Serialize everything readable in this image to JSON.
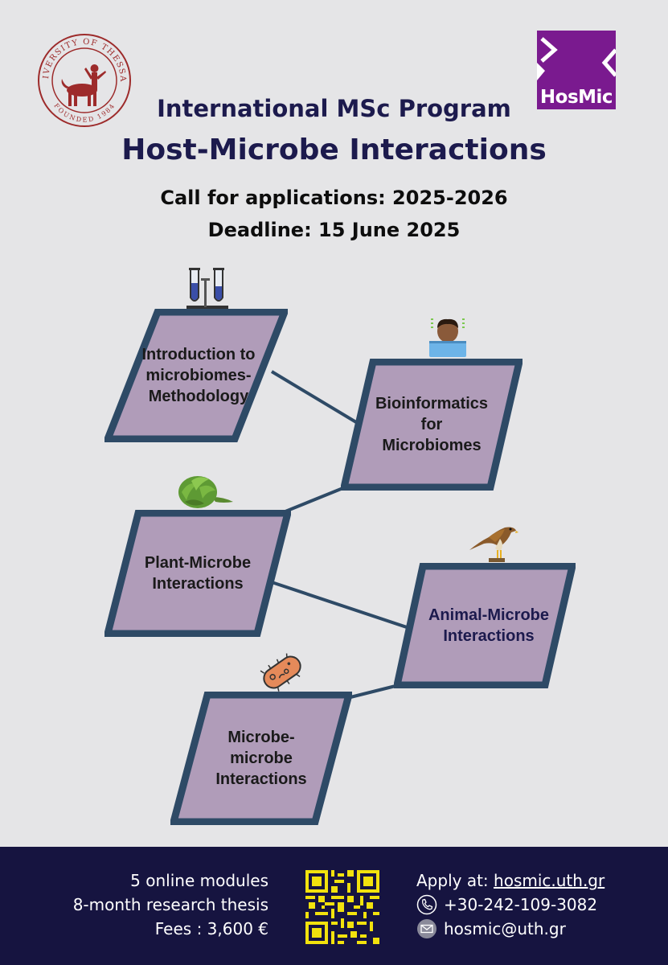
{
  "header": {
    "seal": {
      "ring_text_top": "UNIVERSITY OF THESSALY",
      "ring_text_bottom": "FOUNDED 1984",
      "color": "#9d2b2b"
    },
    "logo_text": "HosMic",
    "logo_color": "#7a1a8f",
    "program": "International MSc Program",
    "title": "Host-Microbe Interactions",
    "call": "Call for applications: 2025-2026",
    "deadline": "Deadline: 15 June 2025"
  },
  "modules": [
    {
      "lines": [
        "Introduction to",
        "microbiomes-",
        "Methodology"
      ],
      "icon": "test-tubes-icon"
    },
    {
      "lines": [
        "Bioinformatics",
        "for",
        "Microbiomes"
      ],
      "icon": "technologist-icon"
    },
    {
      "lines": [
        "Plant-Microbe",
        "Interactions"
      ],
      "icon": "artichoke-icon"
    },
    {
      "lines": [
        "Animal-Microbe",
        "Interactions"
      ],
      "icon": "hawk-icon"
    },
    {
      "lines": [
        "Microbe-",
        "microbe",
        "Interactions"
      ],
      "icon": "microbe-icon"
    }
  ],
  "colors": {
    "box_fill": "#b09cb9",
    "box_border": "#2e4a66",
    "connector": "#2e4a66",
    "title": "#1c1a4d",
    "footer_bg": "#161440",
    "qr": "#f2e20d"
  },
  "footer": {
    "modules": "5 online modules",
    "thesis": "8-month research thesis",
    "fees": "Fees : 3,600 €",
    "apply_label": "Apply at:",
    "apply_url": "hosmic.uth.gr",
    "phone": "+30-242-109-3082",
    "email": "hosmic@uth.gr"
  }
}
